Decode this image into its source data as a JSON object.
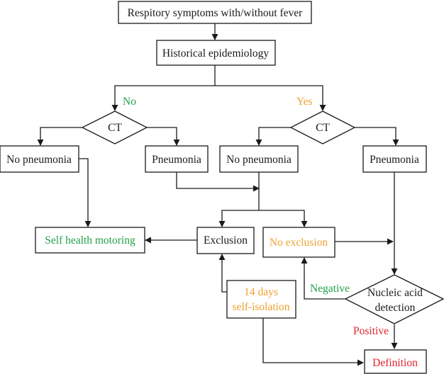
{
  "colors": {
    "ink": "#1a1a1a",
    "green": "#21a04a",
    "orange": "#f0a030",
    "red": "#e0202a"
  },
  "nodes": {
    "symptoms": "Respitory symptoms with/without fever",
    "epidemiology": "Historical epidemiology",
    "ct_no": "CT",
    "ct_yes": "CT",
    "no_pneumonia_left": "No pneumonia",
    "pneumonia_left": "Pneumonia",
    "no_pneumonia_right": "No pneumonia",
    "pneumonia_right": "Pneumonia",
    "self_health": "Self health motoring",
    "exclusion": "Exclusion",
    "no_exclusion": "No exclusion",
    "isolation_line1": "14 days",
    "isolation_line2": "self-isolation",
    "nucleic_line1": "Nucleic acid",
    "nucleic_line2": "detection",
    "definition": "Definition"
  },
  "edge_labels": {
    "no": "No",
    "yes": "Yes",
    "negative": "Negative",
    "positive": "Positive"
  }
}
